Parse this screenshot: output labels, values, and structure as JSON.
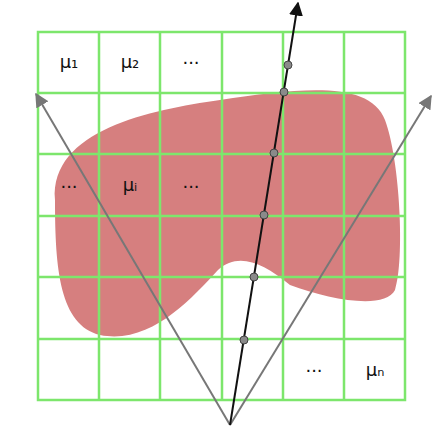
{
  "diagram": {
    "labels": [
      "μ₁",
      "μ₂",
      "...",
      "...",
      "μᵢ",
      "...",
      "...",
      "μₙ"
    ]
  }
}
